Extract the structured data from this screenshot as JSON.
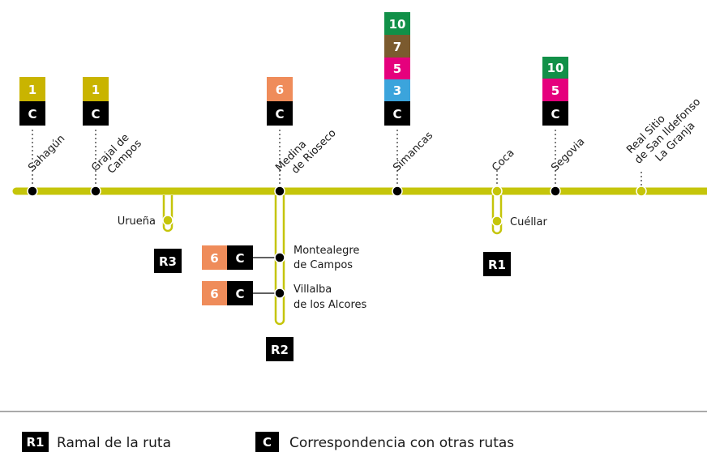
{
  "colors": {
    "line": "#c5c50a",
    "line_light": "#dcdc6a",
    "c_badge": "#000000",
    "route_1": "#c9b400",
    "route_3": "#3ba4dc",
    "route_5": "#e5007d",
    "route_6": "#ef8c5a",
    "route_7": "#7b5a2e",
    "route_10": "#119048"
  },
  "stations": [
    {
      "name_lines": [
        "Sahagún"
      ],
      "badges": [
        "1",
        "C"
      ]
    },
    {
      "name_lines": [
        "Grajal de",
        "Campos"
      ],
      "badges": [
        "1",
        "C"
      ]
    },
    {
      "name_lines": [
        "Medina",
        "de Rioseco"
      ],
      "badges": [
        "6",
        "C"
      ]
    },
    {
      "name_lines": [
        "Simancas"
      ],
      "badges": [
        "10",
        "7",
        "5",
        "3",
        "C"
      ]
    },
    {
      "name_lines": [
        "Coca"
      ],
      "badges": []
    },
    {
      "name_lines": [
        "Segovia"
      ],
      "badges": [
        "10",
        "5",
        "C"
      ]
    },
    {
      "name_lines": [
        "Real Sitio",
        "de San Ildefonso",
        "La Granja"
      ],
      "badges": []
    }
  ],
  "branches": {
    "r3": {
      "code": "R3",
      "stop": "Urueña"
    },
    "r1": {
      "code": "R1",
      "stop": "Cuéllar"
    },
    "r2": {
      "code": "R2",
      "stops": [
        {
          "line1": "Montealegre",
          "line2": "de Campos",
          "badges": [
            "6",
            "C"
          ]
        },
        {
          "line1": "Villalba",
          "line2": "de los Alcores",
          "badges": [
            "6",
            "C"
          ]
        }
      ]
    }
  },
  "legend": {
    "branch_badge": "R1",
    "branch_text": "Ramal de la ruta",
    "connection_badge": "C",
    "connection_text": "Correspondencia con otras rutas"
  }
}
